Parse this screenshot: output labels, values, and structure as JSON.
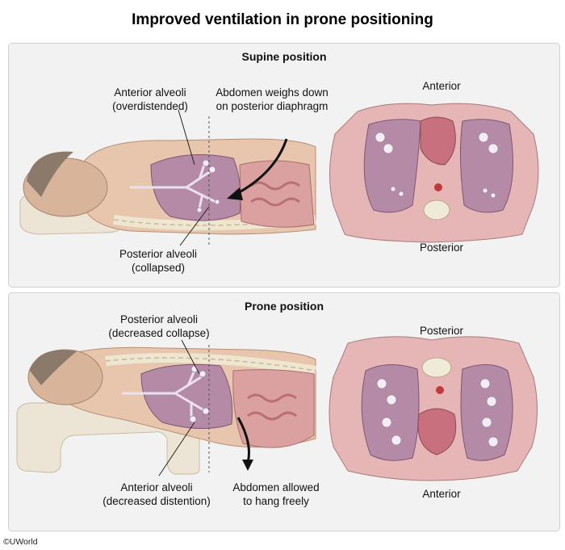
{
  "title": "Improved ventilation in prone positioning",
  "supine": {
    "heading": "Supine position",
    "label_anterior_alveoli": [
      "Anterior alveoli",
      "(overdistended)"
    ],
    "label_abdomen": [
      "Abdomen weighs down",
      "on posterior diaphragm"
    ],
    "label_posterior_alveoli": [
      "Posterior alveoli",
      "(collapsed)"
    ],
    "section_top": "Anterior",
    "section_bottom": "Posterior"
  },
  "prone": {
    "heading": "Prone position",
    "label_posterior_alveoli": [
      "Posterior alveoli",
      "(decreased collapse)"
    ],
    "label_anterior_alveoli": [
      "Anterior alveoli",
      "(decreased distention)"
    ],
    "label_abdomen": [
      "Abdomen allowed",
      "to hang freely"
    ],
    "section_top": "Posterior",
    "section_bottom": "Anterior"
  },
  "copyright": "©UWorld",
  "colors": {
    "panel_bg": "#f2f2f2",
    "skin": "#d7b49a",
    "lung": "#b58aa6",
    "tissue": "#e4b8b8",
    "pillow": "#ece4d4",
    "arrow": "#111111"
  }
}
